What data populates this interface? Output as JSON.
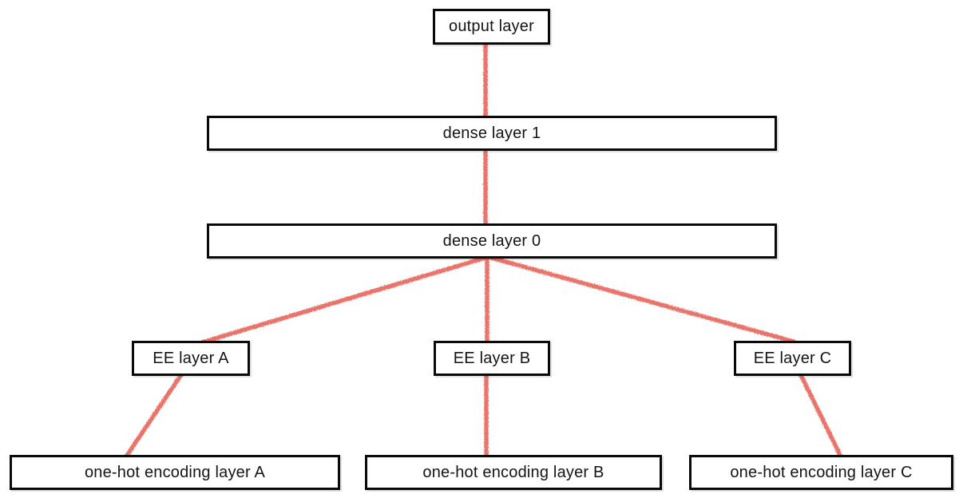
{
  "diagram": {
    "type": "neural-network-architecture",
    "nodes": {
      "output": {
        "label": "output layer"
      },
      "dense1": {
        "label": "dense layer 1"
      },
      "dense0": {
        "label": "dense layer 0"
      },
      "ee_a": {
        "label": "EE layer A"
      },
      "ee_b": {
        "label": "EE layer B"
      },
      "ee_c": {
        "label": "EE layer C"
      },
      "onehot_a": {
        "label": "one-hot encoding layer A"
      },
      "onehot_b": {
        "label": "one-hot encoding layer B"
      },
      "onehot_c": {
        "label": "one-hot encoding layer C"
      }
    },
    "edges": [
      {
        "from": "dense layer 1",
        "to": "output layer"
      },
      {
        "from": "dense layer 0",
        "to": "dense layer 1"
      },
      {
        "from": "EE layer A",
        "to": "dense layer 0"
      },
      {
        "from": "EE layer B",
        "to": "dense layer 0"
      },
      {
        "from": "EE layer C",
        "to": "dense layer 0"
      },
      {
        "from": "one-hot encoding layer A",
        "to": "EE layer A"
      },
      {
        "from": "one-hot encoding layer B",
        "to": "EE layer B"
      },
      {
        "from": "one-hot encoding layer C",
        "to": "EE layer C"
      }
    ],
    "colors": {
      "connector": "#e8695e",
      "box_border": "#0a0a0a",
      "box_fill": "#ffffff",
      "text": "#141414",
      "background": "#ffffff"
    }
  }
}
